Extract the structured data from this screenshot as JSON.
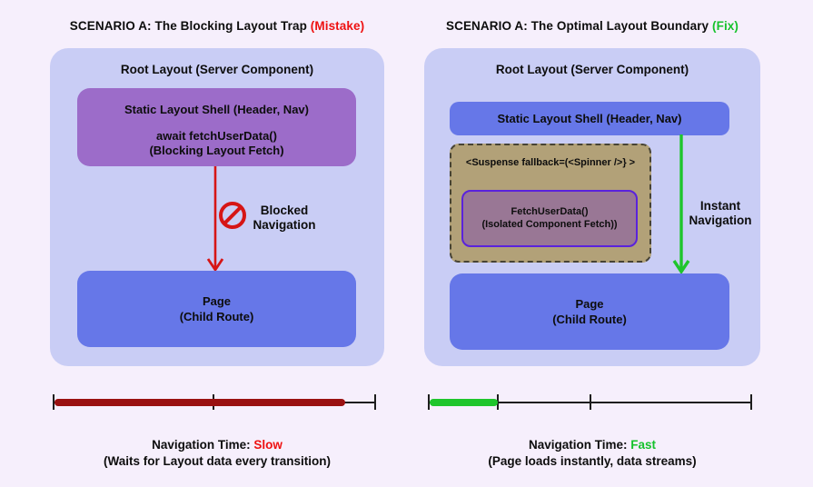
{
  "colors": {
    "background": "#f6effc",
    "panel": "#c9cdf5",
    "purple_box": "#9c6cc9",
    "blue_box": "#6677e8",
    "tan_box": "#b2a178",
    "tan_border": "#474334",
    "mauve_box": "#997795",
    "mauve_border": "#5a22dc",
    "red": "#d61515",
    "maroon_bar": "#9a1111",
    "green": "#1fc52c",
    "text": "#0d0d0d"
  },
  "left": {
    "title_main": "SCENARIO A: The Blocking Layout  Trap ",
    "title_tag": "(Mistake)",
    "root_label": "Root Layout (Server Component)",
    "shell_line1": "Static Layout Shell (Header, Nav)",
    "shell_line2": "await fetchUserData()",
    "shell_line3": "(Blocking Layout Fetch)",
    "arrow_label_line1": "Blocked",
    "arrow_label_line2": "Navigation",
    "page_line1": "Page",
    "page_line2": "(Child Route)",
    "caption_prefix": "Navigation Time: ",
    "caption_status": "Slow",
    "caption_detail": "(Waits for Layout data every transition)"
  },
  "right": {
    "title_main": "SCENARIO A: The Optimal Layout  Boundary ",
    "title_tag": "(Fix)",
    "root_label": "Root Layout (Server Component)",
    "shell_label": "Static Layout Shell (Header, Nav)",
    "suspense_label": "<Suspense fallback=(<Spinner />} >",
    "fetch_line1": "FetchUserData()",
    "fetch_line2": "(Isolated Component Fetch))",
    "arrow_label_line1": "Instant",
    "arrow_label_line2": "Navigation",
    "page_line1": "Page",
    "page_line2": "(Child Route)",
    "caption_prefix": "Navigation Time: ",
    "caption_status": "Fast",
    "caption_detail": "(Page loads instantly, data streams)"
  }
}
